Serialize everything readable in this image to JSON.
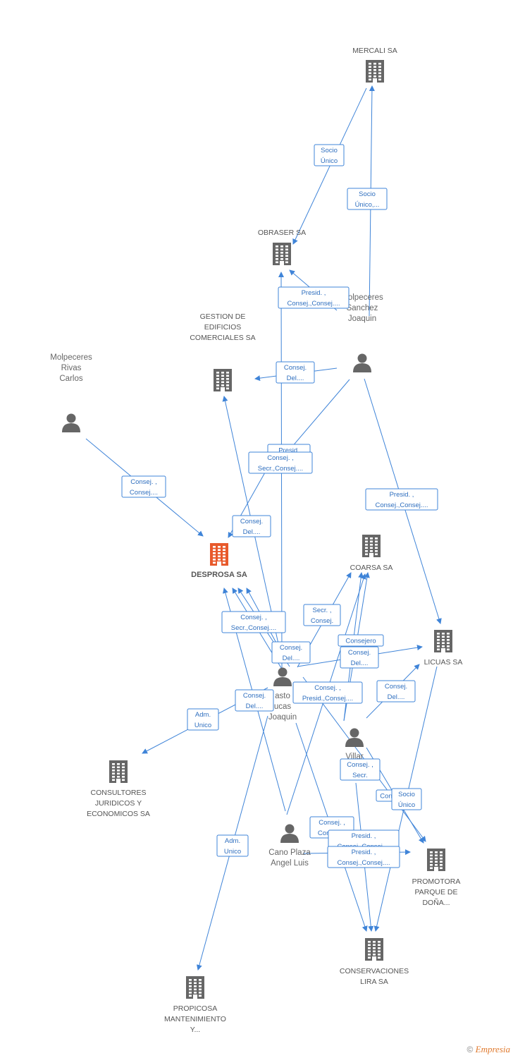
{
  "companies": [
    {
      "id": "mercali",
      "lines": [
        "MERCALI SA"
      ]
    },
    {
      "id": "obraser",
      "lines": [
        "OBRASER SA"
      ]
    },
    {
      "id": "gestion",
      "lines": [
        "GESTION DE",
        "EDIFICIOS",
        "COMERCIALES SA"
      ]
    },
    {
      "id": "desprosa",
      "lines": [
        "DESPROSA SA"
      ],
      "main": true
    },
    {
      "id": "coarsa",
      "lines": [
        "COARSA SA"
      ]
    },
    {
      "id": "licuas",
      "lines": [
        "LICUAS SA"
      ]
    },
    {
      "id": "consultores",
      "lines": [
        "CONSULTORES",
        "JURIDICOS Y",
        "ECONOMICOS SA"
      ]
    },
    {
      "id": "promotora",
      "lines": [
        "PROMOTORA",
        "PARQUE DE",
        "DOÑA..."
      ]
    },
    {
      "id": "conservaciones",
      "lines": [
        "CONSERVACIONES",
        "LIRA SA"
      ]
    },
    {
      "id": "propicosa",
      "lines": [
        "PROPICOSA",
        "MANTENIMIENTO",
        "Y..."
      ]
    }
  ],
  "persons": [
    {
      "id": "molpeceres_sanchez",
      "lines": [
        "Molpeceres",
        "Sanchez",
        "Joaquin"
      ]
    },
    {
      "id": "molpeceres_rivas",
      "lines": [
        "Molpeceres",
        "Rivas",
        "Carlos"
      ]
    },
    {
      "id": "castro_lucas",
      "lines": [
        "asto",
        "ucas",
        "Joaquin"
      ]
    },
    {
      "id": "villar",
      "lines": [
        "Villar",
        "N"
      ]
    },
    {
      "id": "cano_plaza",
      "lines": [
        "Cano Plaza",
        "Angel Luis"
      ]
    }
  ],
  "relations": [
    {
      "id": "r1",
      "lines": [
        "Socio",
        "Único"
      ]
    },
    {
      "id": "r2",
      "lines": [
        "Socio",
        "Único,..."
      ]
    },
    {
      "id": "r3",
      "lines": [
        "Presid. ,",
        "Consej.,Consej...."
      ]
    },
    {
      "id": "r4",
      "lines": [
        "Consej.",
        "Del...."
      ]
    },
    {
      "id": "r5",
      "lines": [
        "Consej. ,",
        "Consej...."
      ]
    },
    {
      "id": "r6",
      "lines": [
        "Presid.",
        ""
      ]
    },
    {
      "id": "r7",
      "lines": [
        "Consej. ,",
        "Secr.,Consej...."
      ]
    },
    {
      "id": "r8",
      "lines": [
        "Consej.",
        "Del...."
      ]
    },
    {
      "id": "r9",
      "lines": [
        "Presid. ,",
        "Consej.,Consej...."
      ]
    },
    {
      "id": "r10",
      "lines": [
        "Consej. ,",
        "Secr.,Consej...."
      ]
    },
    {
      "id": "r11",
      "lines": [
        "Secr. ,",
        "Consej."
      ]
    },
    {
      "id": "r12",
      "lines": [
        "Consejero",
        ""
      ]
    },
    {
      "id": "r13",
      "lines": [
        "Consej.",
        "Del...."
      ]
    },
    {
      "id": "r14",
      "lines": [
        "Consej.",
        "Del...."
      ]
    },
    {
      "id": "r15",
      "lines": [
        "Consej.",
        "Del...."
      ]
    },
    {
      "id": "r16",
      "lines": [
        "Consej. ,",
        "Presid.,Consej...."
      ]
    },
    {
      "id": "r17",
      "lines": [
        "Consej.",
        "Del...."
      ]
    },
    {
      "id": "r18",
      "lines": [
        "Adm.",
        "Unico"
      ]
    },
    {
      "id": "r19",
      "lines": [
        "Consej. ,",
        "Secr."
      ]
    },
    {
      "id": "r20",
      "lines": [
        "Con",
        ""
      ]
    },
    {
      "id": "r21",
      "lines": [
        "Socio",
        "Único"
      ]
    },
    {
      "id": "r22",
      "lines": [
        "Consej. ,",
        "Consej...."
      ]
    },
    {
      "id": "r23",
      "lines": [
        "Presid. ,",
        "Consej.,Consej...."
      ]
    },
    {
      "id": "r24",
      "lines": [
        "Presid. ,",
        "Consej.,Consej...."
      ]
    },
    {
      "id": "r25",
      "lines": [
        "Adm.",
        "Unico"
      ]
    }
  ],
  "colors": {
    "edge": "#3f84d8",
    "company_icon": "#666666",
    "main_icon": "#e85a2c",
    "person_icon": "#666666"
  },
  "footer": {
    "copyright": "©",
    "brand": "Empresia"
  }
}
